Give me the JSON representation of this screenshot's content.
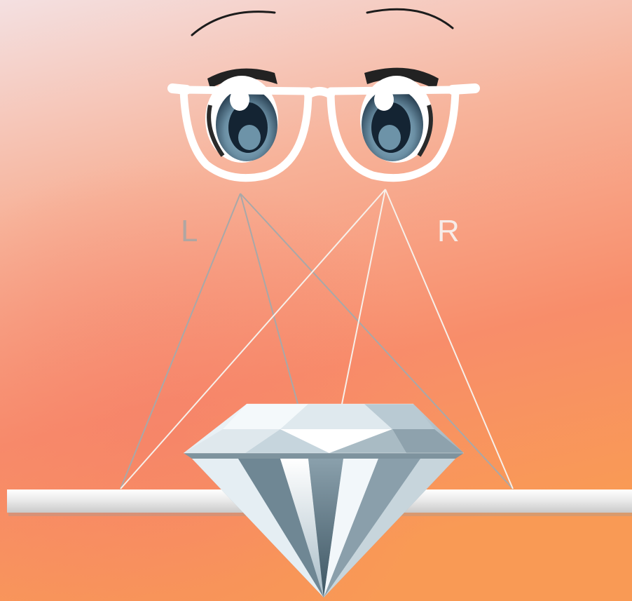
{
  "labels": {
    "left_eye": "L",
    "right_eye": "R"
  },
  "colors": {
    "background_top": "#f3dcdc",
    "background_mid": "#f7a98a",
    "background_bottom": "#f89a55",
    "label_left": "#b0a6a2",
    "label_right": "#f7ece8",
    "left_sightline": "#a9a9a9",
    "right_sightline": "#f6efe8",
    "glasses_frame": "#ffffff",
    "iris": "#6d8ea2",
    "pupil": "#142433",
    "shelf": "#e9e9e9",
    "diamond_light": "#eef5f9",
    "diamond_dark": "#6e8794"
  },
  "icons": {
    "eyes": "anime-eyes-with-glasses-icon",
    "object": "diamond-icon",
    "surface": "shelf-bar"
  }
}
